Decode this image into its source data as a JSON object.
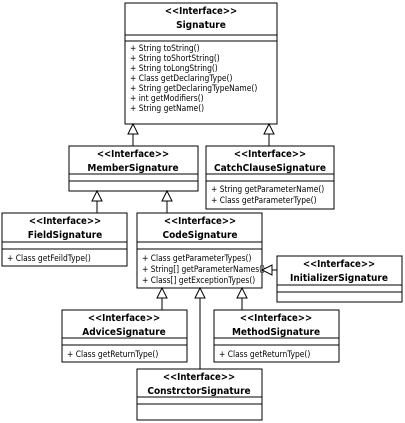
{
  "classes": {
    "signature": {
      "stereotype": "<<Interface>>",
      "name": "Signature",
      "members": [
        "+ String toString()",
        "+ String toShortString()",
        "+ String toLongString()",
        "+ Class getDeclaringType()",
        "+ String getDeclaringTypeName()",
        "+ int getModifiers()",
        "+ String getName()"
      ]
    },
    "member_signature": {
      "stereotype": "<<Interface>>",
      "name": "MemberSignature",
      "members": []
    },
    "catch_clause_signature": {
      "stereotype": "<<Interface>>",
      "name": "CatchClauseSignature",
      "members": [
        "+ String getParameterName()",
        "+ Class getParameterType()"
      ]
    },
    "field_signature": {
      "stereotype": "<<Interface>>",
      "name": "FieldSignature",
      "members": [
        "+ Class getFeildType()"
      ]
    },
    "code_signature": {
      "stereotype": "<<Interface>>",
      "name": "CodeSignature",
      "members": [
        "+ Class getParameterTypes()",
        "+ String[] getParameterNames()",
        "+ Class[] getExceptionTypes()"
      ]
    },
    "initializer_signature": {
      "stereotype": "<<Interface>>",
      "name": "InitializerSignature",
      "members": []
    },
    "advice_signature": {
      "stereotype": "<<Interface>>",
      "name": "AdviceSignature",
      "members": [
        "+ Class getReturnType()"
      ]
    },
    "method_signature": {
      "stereotype": "<<Interface>>",
      "name": "MethodSignature",
      "members": [
        "+ Class getReturnType()"
      ]
    },
    "constructor_signature": {
      "stereotype": "<<Interface>>",
      "name": "ConstrctorSignature",
      "members": []
    }
  },
  "relations": [
    {
      "type": "generalization",
      "from": "member_signature",
      "to": "signature"
    },
    {
      "type": "generalization",
      "from": "catch_clause_signature",
      "to": "signature"
    },
    {
      "type": "generalization",
      "from": "field_signature",
      "to": "member_signature"
    },
    {
      "type": "generalization",
      "from": "code_signature",
      "to": "member_signature"
    },
    {
      "type": "generalization",
      "from": "initializer_signature",
      "to": "code_signature"
    },
    {
      "type": "generalization",
      "from": "advice_signature",
      "to": "code_signature"
    },
    {
      "type": "generalization",
      "from": "method_signature",
      "to": "code_signature"
    },
    {
      "type": "generalization",
      "from": "constructor_signature",
      "to": "code_signature"
    }
  ]
}
